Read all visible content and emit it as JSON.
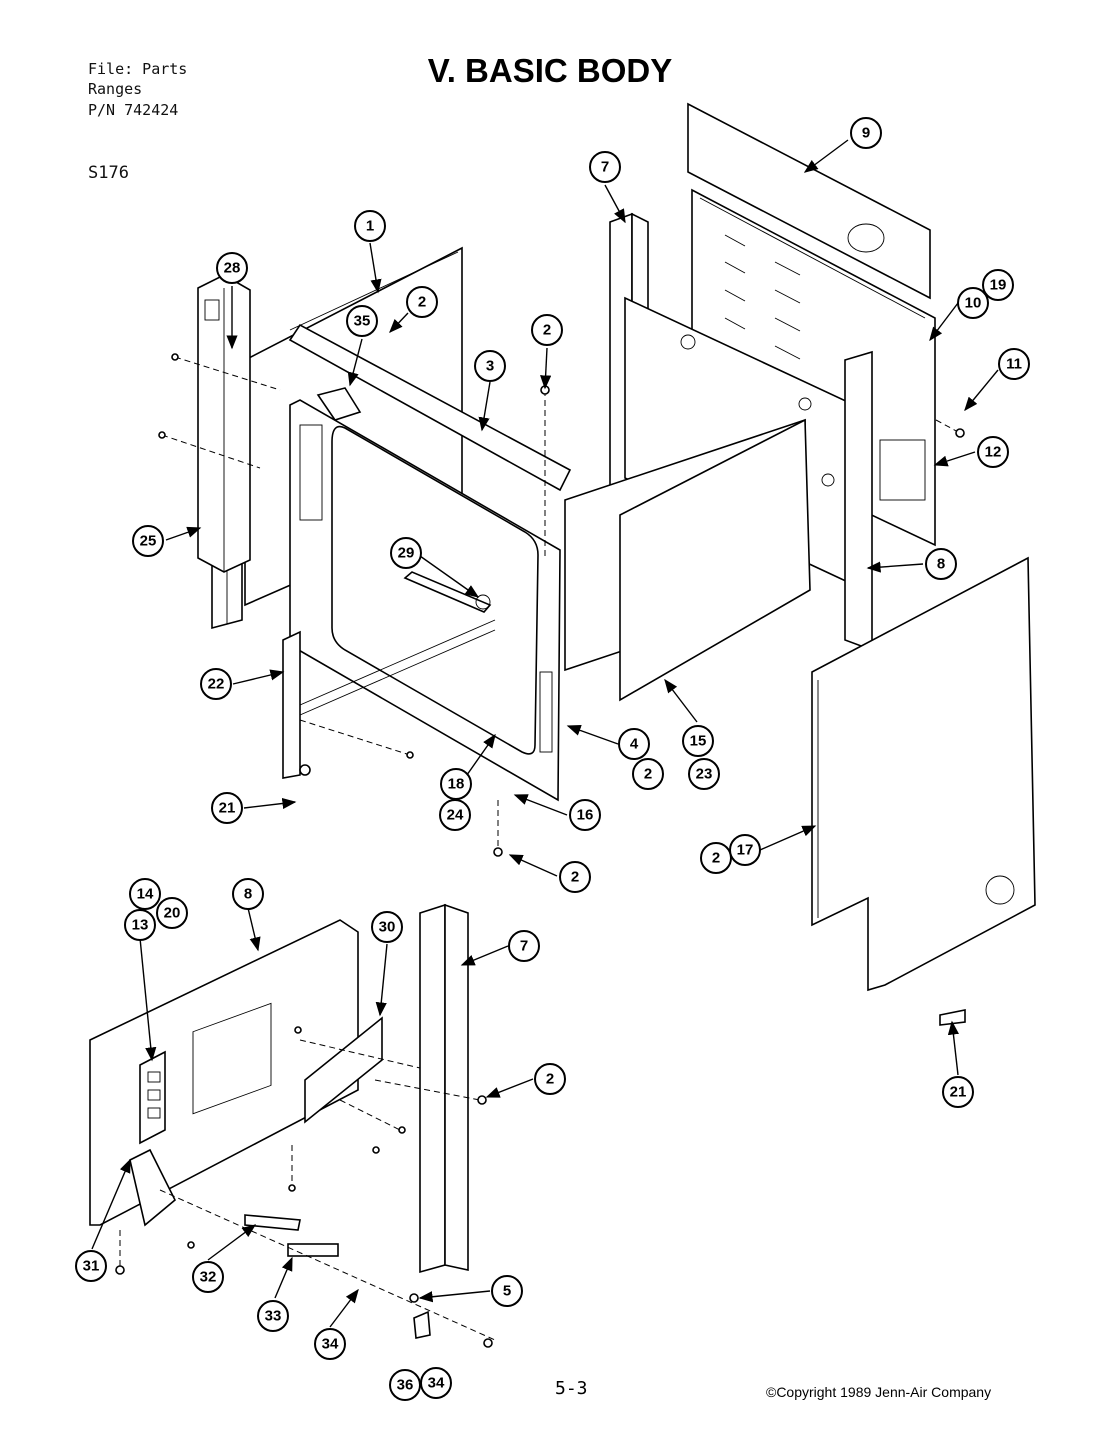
{
  "header": {
    "file_line": "File: Parts",
    "ranges_line": "Ranges",
    "pn_line": "P/N 742424",
    "model": "S176"
  },
  "title": "V. BASIC BODY",
  "footer": {
    "page_number": "5-3",
    "copyright": "©Copyright 1989 Jenn-Air Company"
  },
  "callouts": [
    "1",
    "2",
    "3",
    "4",
    "5",
    "7",
    "8",
    "9",
    "10",
    "11",
    "12",
    "13",
    "14",
    "15",
    "16",
    "17",
    "18",
    "19",
    "20",
    "21",
    "22",
    "23",
    "24",
    "25",
    "28",
    "29",
    "30",
    "31",
    "32",
    "33",
    "34",
    "35",
    "36"
  ]
}
